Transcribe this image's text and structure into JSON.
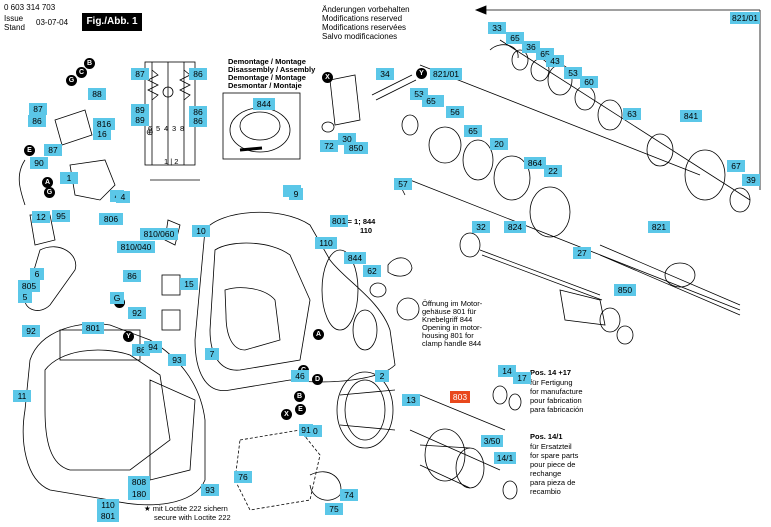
{
  "header": {
    "doc_number": "0 603 314 703",
    "issue_label": "Issue",
    "stand_label": "Stand",
    "issue_date": "03-07-04",
    "figure_label": "Fig./Abb. 1",
    "modifications": [
      "Änderungen vorbehalten",
      "Modifications reserved",
      "Modifications reservées",
      "Salvo modificaciones"
    ]
  },
  "assembly_box": {
    "lines": [
      "Demontage / Montage",
      "Disassembly / Assembly",
      "Demontage / Montage",
      "Desmontar / Montaje"
    ]
  },
  "switch_diagram": {
    "pins": [
      "6",
      "5",
      "4",
      "3",
      "8"
    ],
    "pin_bottom": "1 | 2",
    "symbol": "⊕"
  },
  "motor_note": [
    "Öffnung im Motor-",
    "gehäuse 801 für",
    "Knebelgriff 844",
    "Opening in motor-",
    "housing 801 for",
    "clamp handle 844"
  ],
  "note_801": [
    "801 = 1; 844",
    "110"
  ],
  "pos_14_17": [
    "Pos. 14 +17",
    "für Fertigung",
    "for manufacture",
    "pour fabrication",
    "para fabricación"
  ],
  "pos_14_1": [
    "Pos. 14/1",
    "für Ersatzteil",
    "for spare parts",
    "pour piece de",
    "rechange",
    "para pieza de",
    "recambio"
  ],
  "loctite": [
    "★ mit Loctite 222 sichern",
    "secure with Loctite 222"
  ],
  "letters": [
    "X",
    "Y",
    "G",
    "C",
    "B",
    "E",
    "A",
    "G",
    "F",
    "Y",
    "A",
    "C",
    "D",
    "B",
    "E",
    "X"
  ],
  "part_labels": [
    "821/01",
    "33",
    "65",
    "36",
    "65",
    "43",
    "53",
    "60",
    "34",
    "821/01",
    "53",
    "65",
    "56",
    "65",
    "20",
    "63",
    "841",
    "67",
    "39",
    "87",
    "86",
    "88",
    "89",
    "89",
    "86",
    "86",
    "844",
    "65",
    "87",
    "86",
    "816",
    "16",
    "90",
    "87",
    "30",
    "72",
    "850",
    "57",
    "864",
    "22",
    "1",
    "4",
    "95",
    "806",
    "12",
    "6",
    "805",
    "5",
    "9",
    "801 ",
    "110",
    "10",
    "810/060",
    "810/040",
    "844",
    "62",
    "32",
    "824",
    "821",
    "27",
    "86",
    "15",
    "92",
    "G",
    "86",
    "94",
    "7",
    "93",
    "850",
    "92",
    "801",
    "11",
    "46",
    "2",
    "90",
    "13",
    "803",
    "14",
    "17",
    "3/50",
    "14/1",
    "76",
    "74",
    "75",
    "808",
    "180",
    "93",
    "110",
    "801",
    "9",
    "91",
    "4"
  ]
}
